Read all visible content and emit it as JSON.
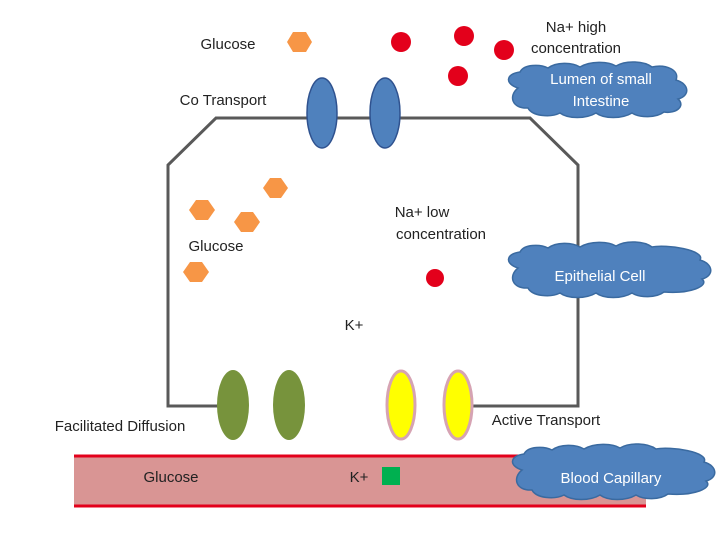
{
  "labels": {
    "glucose_top": "Glucose",
    "na_high_1": "Na+ high",
    "na_high_2": "concentration",
    "co_transport": "Co Transport",
    "lumen_1": "Lumen of small",
    "lumen_2": "Intestine",
    "na_low_1": "Na+  low",
    "na_low_2": "concentration",
    "glucose_mid": "Glucose",
    "epithelial": "Epithelial Cell",
    "k_cell": "K+",
    "facilitated": "Facilitated Diffusion",
    "active": "Active Transport",
    "glucose_capillary": "Glucose",
    "k_capillary": "K+",
    "blood_capillary": "Blood Capillary"
  },
  "colors": {
    "glucose": "#f79646",
    "sodium": "#e3001b",
    "co_transporter": "#4f81bd",
    "facilitated_channel": "#77933c",
    "active_pump": "#ffff00",
    "potassium": "#00b050",
    "cloud": "#4f81bd",
    "capillary": "#d99594",
    "membrane": "#595959"
  }
}
